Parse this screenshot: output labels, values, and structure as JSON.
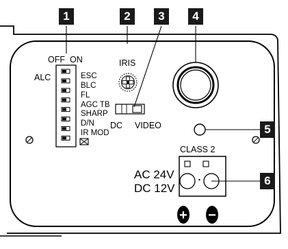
{
  "callouts": [
    "1",
    "2",
    "3",
    "4",
    "5",
    "6"
  ],
  "dip_switch": {
    "header_off": "OFF",
    "header_on": "ON",
    "left_label": "ALC",
    "labels": [
      "ESC",
      "BLC",
      "FL",
      "AGC TB",
      "SHARP",
      "D/N",
      "IR MOD"
    ]
  },
  "iris_label": "IRIS",
  "dc_video_switch": {
    "left_label": "DC",
    "right_label": "VIDEO"
  },
  "power": {
    "class_label": "CLASS 2",
    "line1": "AC 24V",
    "line2": "DC 12V",
    "plus_symbol": "+",
    "minus_symbol": "−"
  }
}
